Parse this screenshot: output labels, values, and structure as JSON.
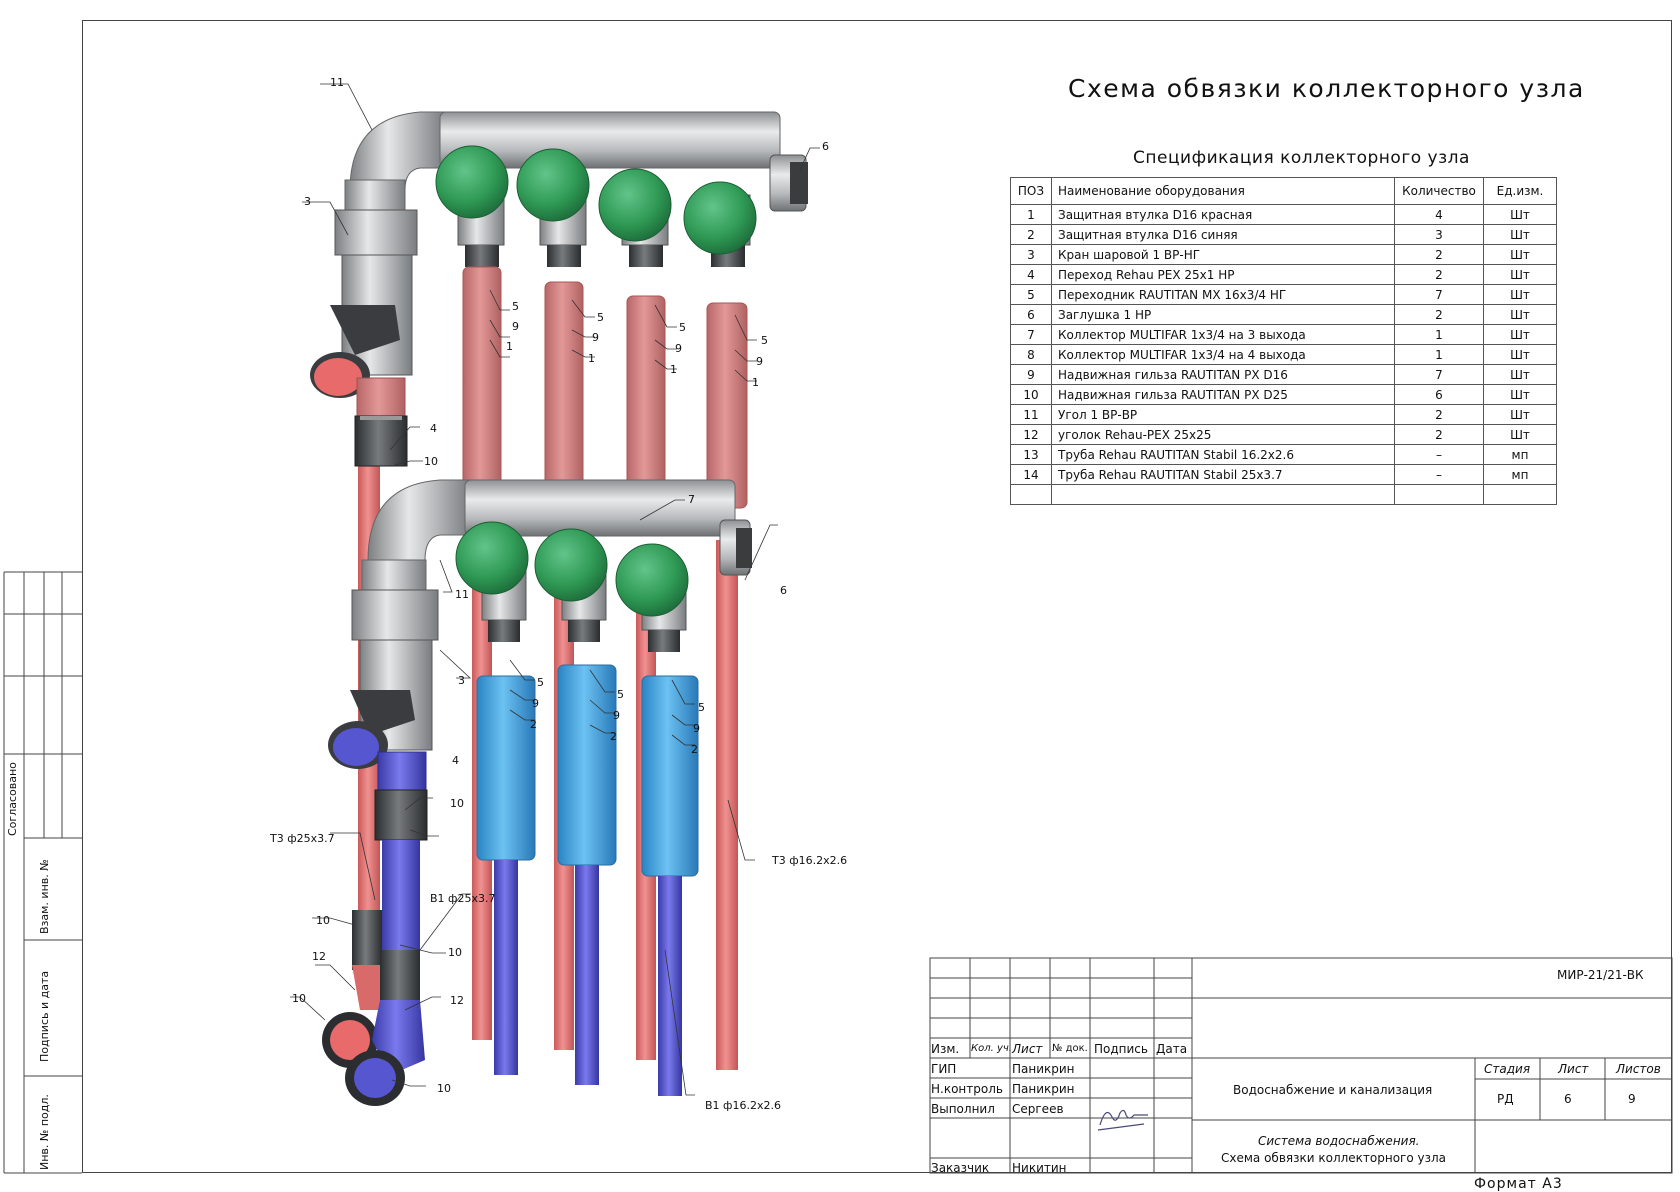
{
  "drawing_title": "Схема обвязки коллекторного узла",
  "specification": {
    "title": "Спецификация коллекторного узла",
    "columns": [
      "ПОЗ",
      "Наименование оборудования",
      "Количество",
      "Ед.изм."
    ],
    "rows": [
      {
        "pos": "1",
        "name": "Защитная втулка D16 красная",
        "qty": "4",
        "unit": "Шт"
      },
      {
        "pos": "2",
        "name": "Защитная втулка D16 синяя",
        "qty": "3",
        "unit": "Шт"
      },
      {
        "pos": "3",
        "name": "Кран шаровой 1 ВР-НГ",
        "qty": "2",
        "unit": "Шт"
      },
      {
        "pos": "4",
        "name": "Переход Rehau PEX 25x1 HP",
        "qty": "2",
        "unit": "Шт"
      },
      {
        "pos": "5",
        "name": "Переходник RAUTITAN MX 16x3/4 НГ",
        "qty": "7",
        "unit": "Шт"
      },
      {
        "pos": "6",
        "name": "Заглушка 1 НР",
        "qty": "2",
        "unit": "Шт"
      },
      {
        "pos": "7",
        "name": "Коллектор MULTIFAR 1x3/4 на 3 выхода",
        "qty": "1",
        "unit": "Шт"
      },
      {
        "pos": "8",
        "name": "Коллектор MULTIFAR 1x3/4 на 4 выхода",
        "qty": "1",
        "unit": "Шт"
      },
      {
        "pos": "9",
        "name": "Надвижная гильза RAUTITAN PX D16",
        "qty": "7",
        "unit": "Шт"
      },
      {
        "pos": "10",
        "name": "Надвижная гильза RAUTITAN PX D25",
        "qty": "6",
        "unit": "Шт"
      },
      {
        "pos": "11",
        "name": "Угол 1 ВР-ВР",
        "qty": "2",
        "unit": "Шт"
      },
      {
        "pos": "12",
        "name": "уголок Rehau-PEX 25x25",
        "qty": "2",
        "unit": "Шт"
      },
      {
        "pos": "13",
        "name": "Труба Rehau RAUTITAN Stabil 16.2x2.6",
        "qty": "–",
        "unit": "мп"
      },
      {
        "pos": "14",
        "name": "Труба Rehau RAUTITAN Stabil 25x3.7",
        "qty": "–",
        "unit": "мп"
      },
      {
        "pos": "",
        "name": "",
        "qty": "",
        "unit": ""
      }
    ]
  },
  "callouts": {
    "n11": "11",
    "n3": "3",
    "n6": "6",
    "n5": "5",
    "n9": "9",
    "n1": "1",
    "n2": "2",
    "n4": "4",
    "n10": "10",
    "n7": "7",
    "n12": "12",
    "t3_25": "Т3 ф25x3.7",
    "b1_25": "В1 ф25x3.7",
    "t3_16": "Т3 ф16.2x2.6",
    "b1_16": "В1 ф16.2x2.6"
  },
  "side_labels": {
    "agreed": "Согласовано",
    "inv_no": "Взам. инв. №",
    "sign_date": "Подпись и дата",
    "inv_orig": "Инв. № подл."
  },
  "title_block": {
    "doc_code": "МИР-21/21-ВК",
    "headers": [
      "Изм.",
      "Кол. уч.",
      "Лист",
      "№ док.",
      "Подпись",
      "Дата"
    ],
    "roles": [
      {
        "role": "ГИП",
        "name": "Паникрин"
      },
      {
        "role": "Н.контроль",
        "name": "Паникрин"
      },
      {
        "role": "Выполнил",
        "name": "Сергеев"
      },
      {
        "role": "Заказчик",
        "name": "Никитин"
      }
    ],
    "project": "Водоснабжение и канализация",
    "sheet_title_1": "Система водоснабжения.",
    "sheet_title_2": "Схема обвязки коллекторного узла",
    "stage_label": "Стадия",
    "sheet_label": "Лист",
    "sheets_label": "Листов",
    "stage": "РД",
    "sheet": "6",
    "sheets": "9",
    "format": "Формат А3"
  },
  "colors": {
    "red_pipe": "#e86a6a",
    "red_sleeve": "#d87f7f",
    "blue_pipe": "#5656d0",
    "blue_sleeve": "#3da0df",
    "green_cap": "#2f9a55",
    "steel": "#bfc2c4"
  }
}
